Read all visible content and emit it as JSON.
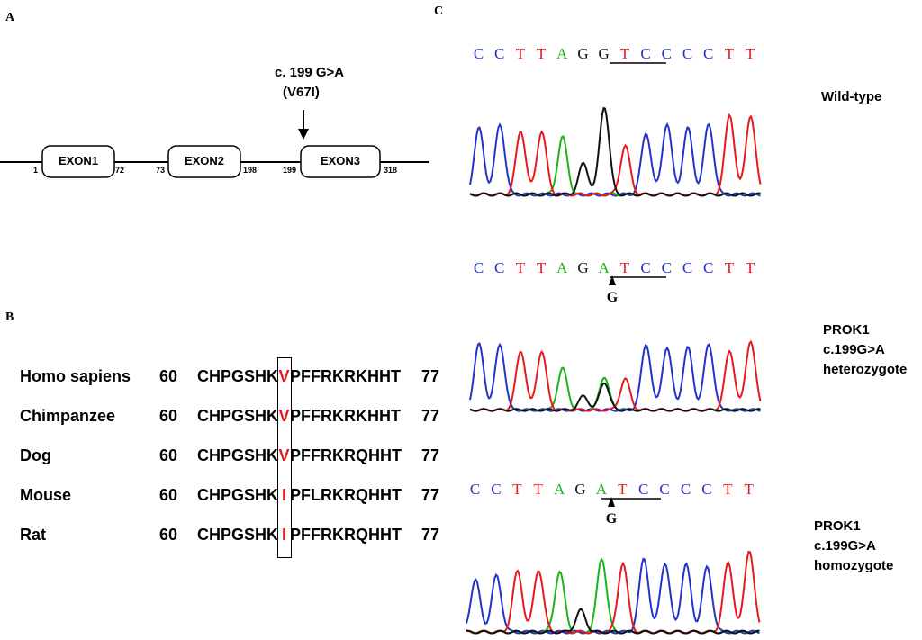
{
  "panels": {
    "a": "A",
    "b": "B",
    "c": "C"
  },
  "gene": {
    "mutation": "c. 199 G>A",
    "protein_change": "(V67I)",
    "exons": [
      {
        "name": "EXON1",
        "start": "1",
        "end": "72"
      },
      {
        "name": "EXON2",
        "start": "73",
        "end": "198"
      },
      {
        "name": "EXON3",
        "start": "199",
        "end": "318"
      }
    ]
  },
  "alignment": [
    {
      "species": "Homo sapiens",
      "start": "60",
      "left": "CHPGSHK",
      "variant": "V",
      "right": "PFFRKRKHHT",
      "end": "77"
    },
    {
      "species": "Chimpanzee",
      "start": "60",
      "left": "CHPGSHK",
      "variant": "V",
      "right": "PFFRKRKHHT",
      "end": "77"
    },
    {
      "species": "Dog",
      "start": "60",
      "left": "CHPGSHK",
      "variant": "V",
      "right": "PFFRKRQHHT",
      "end": "77"
    },
    {
      "species": "Mouse",
      "start": "60",
      "left": "CHPGSHK",
      "variant": "I",
      "right": "PFLRKRQHHT",
      "end": "77"
    },
    {
      "species": "Rat",
      "start": "60",
      "left": "CHPGSHK",
      "variant": "I",
      "right": "PFFRKRQHHT",
      "end": "77"
    }
  ],
  "chromatograms": [
    {
      "sequence": "CCTTAGGTCCCCTT",
      "marker": "",
      "label_lines": [
        "Wild-type"
      ]
    },
    {
      "sequence": "CCTTAGATCCCCTT",
      "marker": "G",
      "label_lines": [
        "PROK1",
        "c.199G>A",
        "heterozygote"
      ]
    },
    {
      "sequence": "CCTTAGATCCCCTT",
      "marker": "G",
      "label_lines": [
        "PROK1",
        "c.199G>A",
        "homozygote"
      ]
    }
  ],
  "colors": {
    "A": "#18b418",
    "C": "#2233cc",
    "G": "#111111",
    "T": "#e8181c",
    "variant": "#e8181c"
  }
}
